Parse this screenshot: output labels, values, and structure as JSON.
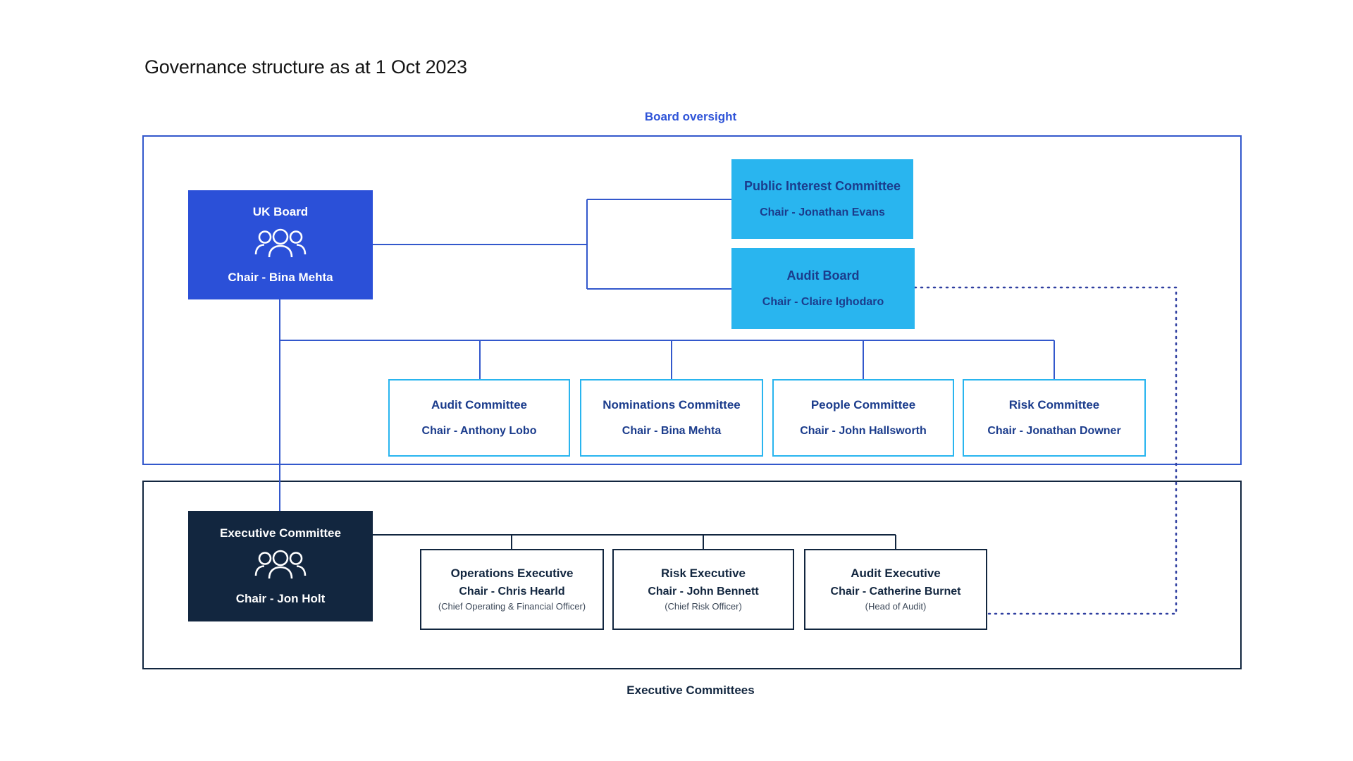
{
  "page": {
    "title": "Governance structure as at 1 Oct 2023"
  },
  "sections": {
    "board_oversight": {
      "caption": "Board oversight",
      "color": "#2f54d8"
    },
    "executive_committees": {
      "caption": "Executive Committees",
      "color": "#12263f"
    }
  },
  "colors": {
    "royal_blue": "#2b50d8",
    "cyan": "#29b5ef",
    "navy_text": "#1b3c8c",
    "dark_navy": "#12263f",
    "frame_blue": "#3358cc",
    "white": "#ffffff"
  },
  "nodes": {
    "uk_board": {
      "title": "UK Board",
      "chair": "Chair - Bina Mehta",
      "icon": "people-group-icon",
      "style": "filled-royal-blue"
    },
    "public_interest_committee": {
      "title": "Public Interest Committee",
      "chair": "Chair - Jonathan Evans",
      "style": "filled-cyan"
    },
    "audit_board": {
      "title": "Audit Board",
      "chair": "Chair - Claire Ighodaro",
      "style": "filled-cyan"
    },
    "audit_committee": {
      "title": "Audit Committee",
      "chair": "Chair - Anthony Lobo",
      "style": "outline-cyan"
    },
    "nominations_committee": {
      "title": "Nominations Committee",
      "chair": "Chair - Bina Mehta",
      "style": "outline-cyan"
    },
    "people_committee": {
      "title": "People Committee",
      "chair": "Chair - John Hallsworth",
      "style": "outline-cyan"
    },
    "risk_committee": {
      "title": "Risk Committee",
      "chair": "Chair - Jonathan Downer",
      "style": "outline-cyan"
    },
    "executive_committee": {
      "title": "Executive Committee",
      "chair": "Chair - Jon Holt",
      "icon": "people-group-icon",
      "style": "filled-dark-navy"
    },
    "operations_executive": {
      "title": "Operations Executive",
      "chair": "Chair - Chris Hearld",
      "role": "(Chief Operating & Financial Officer)",
      "style": "outline-dark"
    },
    "risk_executive": {
      "title": "Risk Executive",
      "chair": "Chair - John Bennett",
      "role": "(Chief Risk Officer)",
      "style": "outline-dark"
    },
    "audit_executive": {
      "title": "Audit Executive",
      "chair": "Chair - Catherine Burnet",
      "role": "(Head of Audit)",
      "style": "outline-dark"
    }
  },
  "connections": [
    {
      "from": "uk_board",
      "to": "public_interest_committee",
      "line": "solid"
    },
    {
      "from": "uk_board",
      "to": "audit_board",
      "line": "solid"
    },
    {
      "from": "uk_board",
      "to": "audit_committee",
      "line": "solid"
    },
    {
      "from": "uk_board",
      "to": "nominations_committee",
      "line": "solid"
    },
    {
      "from": "uk_board",
      "to": "people_committee",
      "line": "solid"
    },
    {
      "from": "uk_board",
      "to": "risk_committee",
      "line": "solid"
    },
    {
      "from": "uk_board",
      "to": "executive_committee",
      "line": "solid"
    },
    {
      "from": "audit_board",
      "to": "audit_executive",
      "line": "dotted"
    },
    {
      "from": "executive_committee",
      "to": "operations_executive",
      "line": "solid"
    },
    {
      "from": "executive_committee",
      "to": "risk_executive",
      "line": "solid"
    },
    {
      "from": "executive_committee",
      "to": "audit_executive",
      "line": "solid"
    }
  ]
}
